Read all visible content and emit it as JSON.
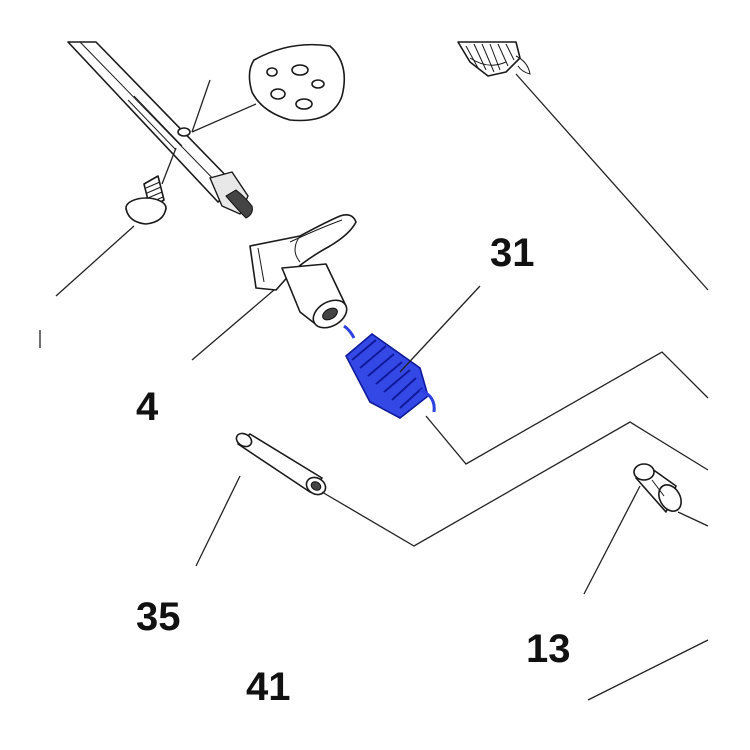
{
  "labels": {
    "part_31": "31",
    "part_4": "4",
    "part_35": "35",
    "part_13": "13",
    "part_41": "41"
  },
  "colors": {
    "highlight_spring": "#2d3fe0",
    "line": "#1a1a1a",
    "background": "#ffffff"
  }
}
